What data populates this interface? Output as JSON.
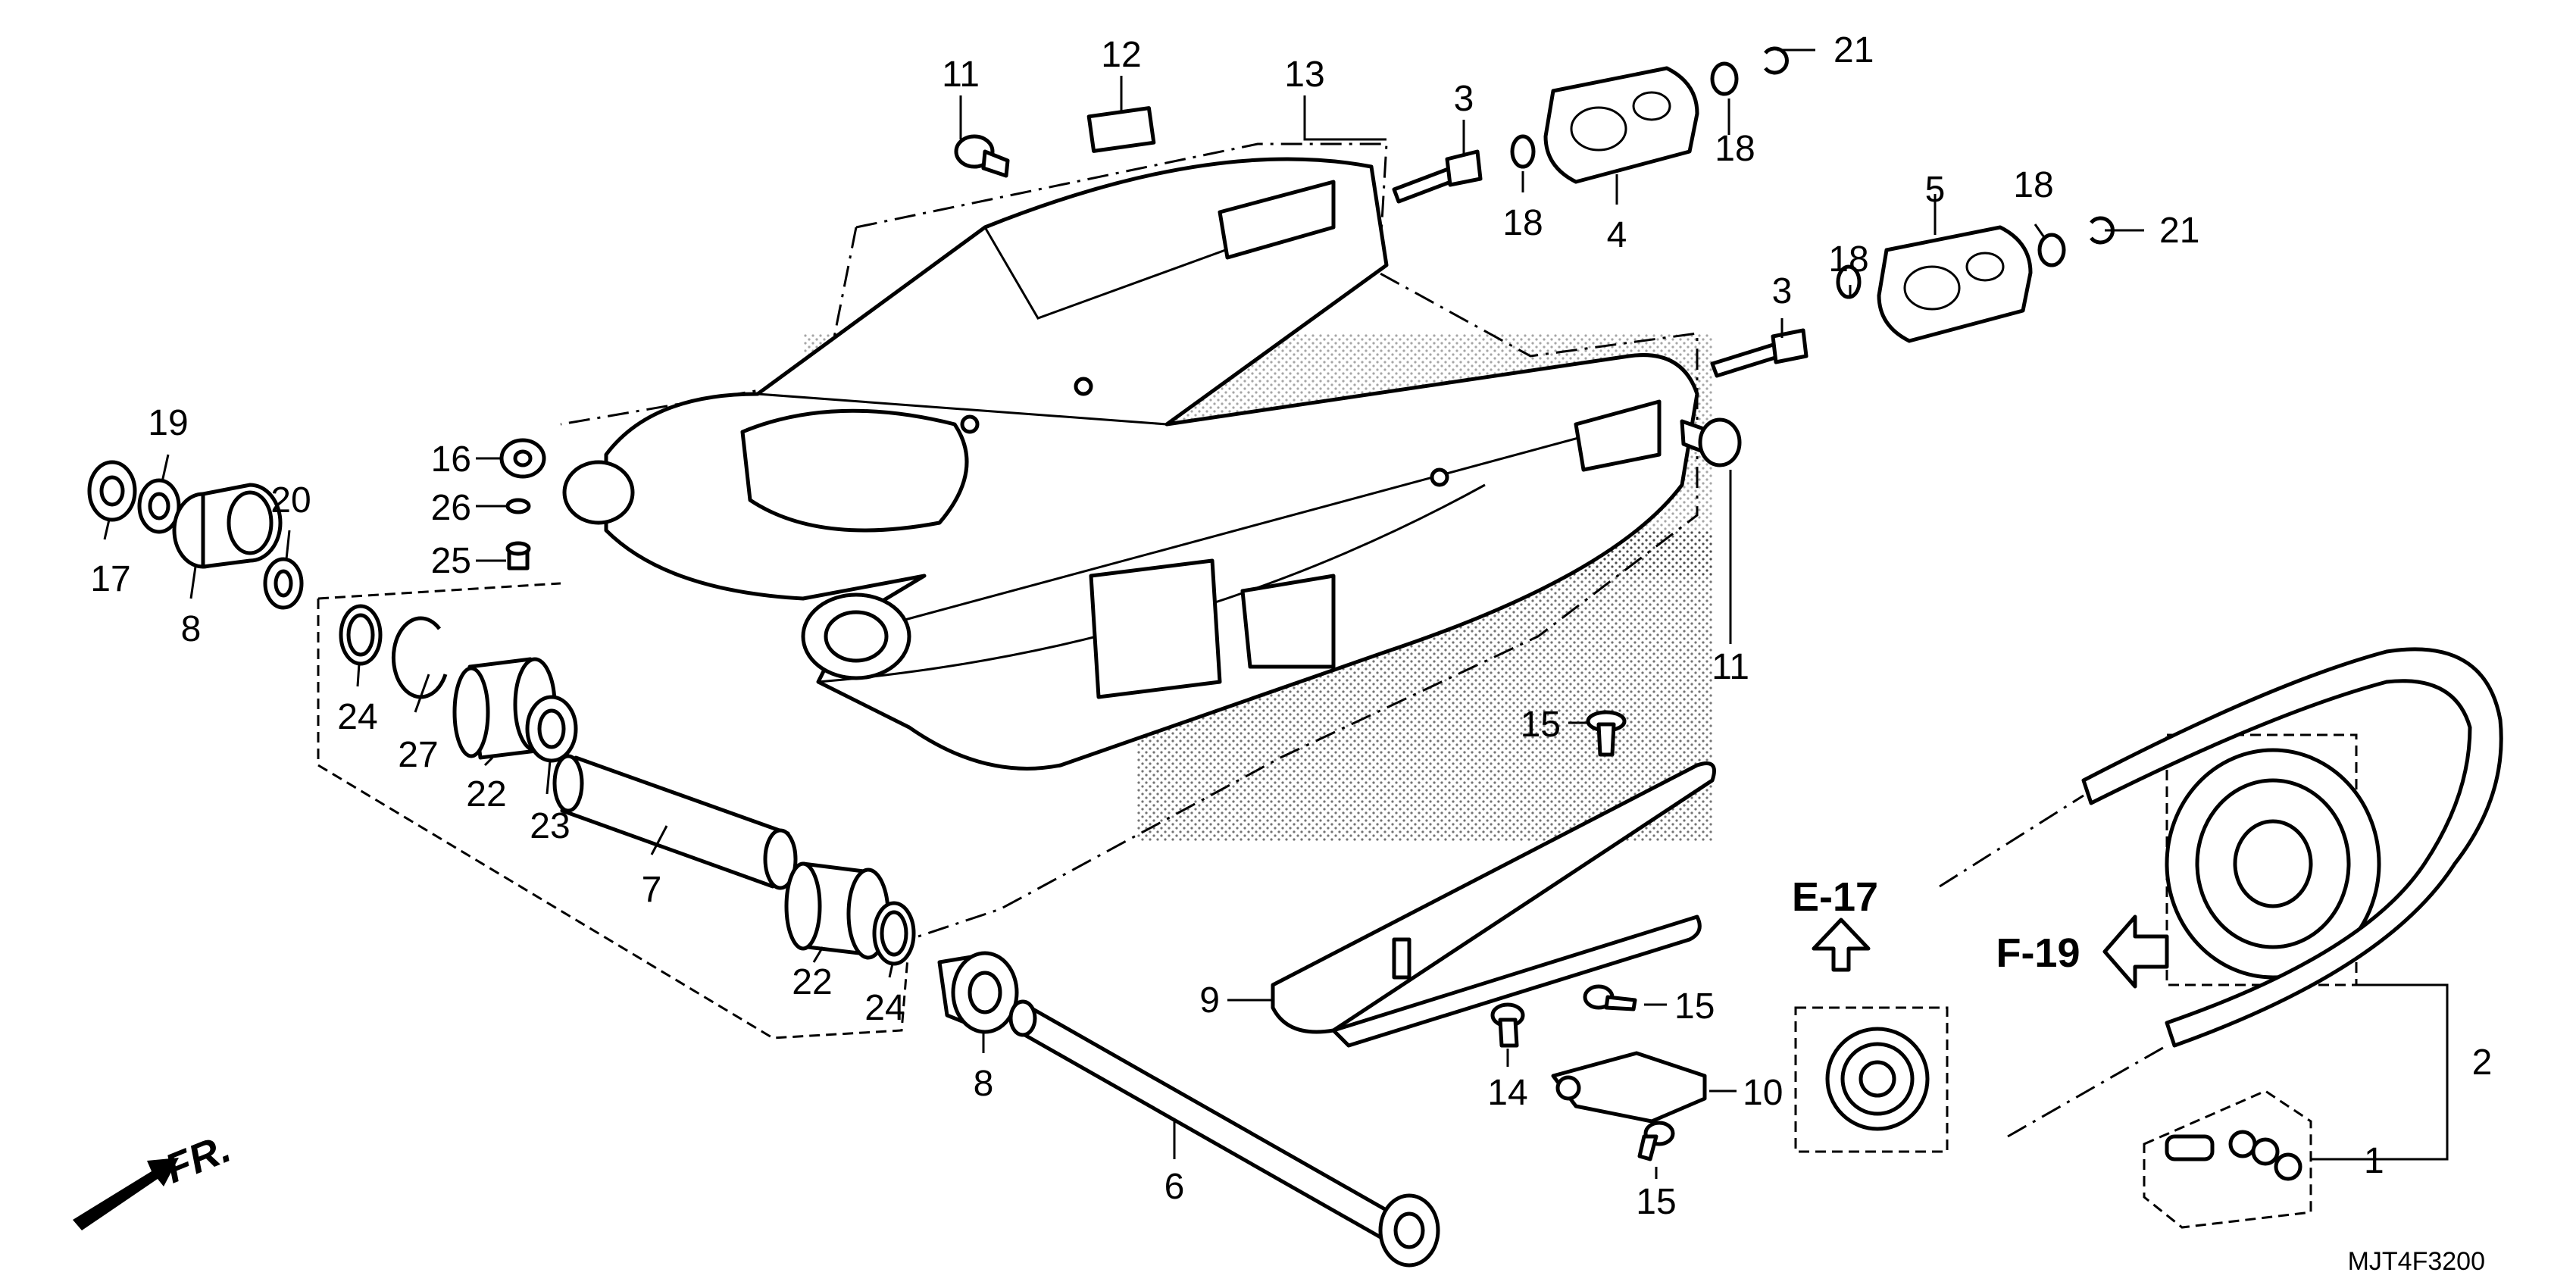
{
  "diagram": {
    "code": "MJT4F3200",
    "front_marker": "FR.",
    "references": {
      "e17": "E-17",
      "f19": "F-19"
    },
    "labels": {
      "l1": "1",
      "l2": "2",
      "l3a": "3",
      "l3b": "3",
      "l4": "4",
      "l5": "5",
      "l6": "6",
      "l7": "7",
      "l8a": "8",
      "l8b": "8",
      "l9": "9",
      "l10": "10",
      "l11a": "11",
      "l11b": "11",
      "l12": "12",
      "l13": "13",
      "l14": "14",
      "l15a": "15",
      "l15b": "15",
      "l15c": "15",
      "l16": "16",
      "l17": "17",
      "l18a": "18",
      "l18b": "18",
      "l18c": "18",
      "l18d": "18",
      "l19": "19",
      "l20": "20",
      "l21a": "21",
      "l21b": "21",
      "l22a": "22",
      "l22b": "22",
      "l23": "23",
      "l24a": "24",
      "l24b": "24",
      "l25": "25",
      "l26": "26",
      "l27": "27"
    }
  }
}
